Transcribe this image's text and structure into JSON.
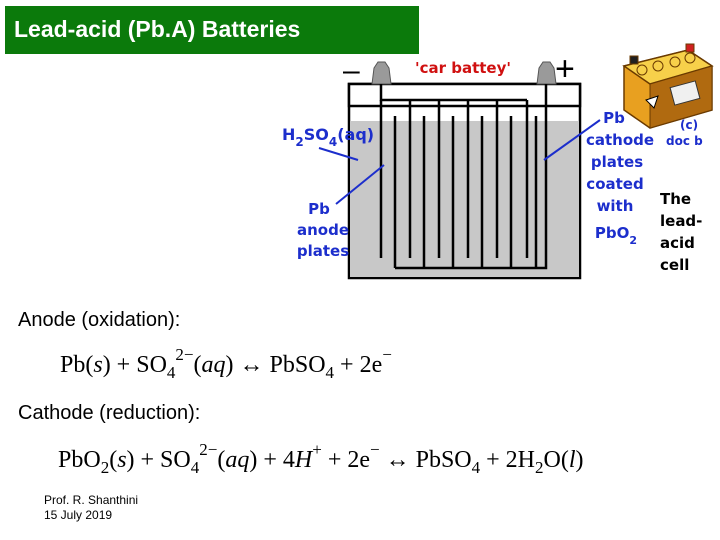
{
  "title": "Lead-acid (Pb.A) Batteries",
  "diagram": {
    "minus_sign": "–",
    "plus_sign": "+",
    "caption": "'car battey'",
    "electrolyte_label": "H2SO4(aq)",
    "anode_label": [
      "Pb",
      "anode",
      "plates"
    ],
    "cathode_label": [
      "Pb",
      "cathode",
      "plates",
      "coated",
      "with",
      "PbO2"
    ],
    "cell_label": [
      "The",
      "lead-",
      "acid",
      "cell"
    ],
    "credit": "(c) doc b",
    "colors": {
      "electrolyte": "#c8c8c8",
      "label_blue": "#1c2ecc",
      "title_bg": "#0b7a0b"
    }
  },
  "anode": {
    "label": "Anode (oxidation):",
    "equation": "Pb(s) + SO42−(aq) ↔ PbSO4 + 2e−"
  },
  "cathode": {
    "label": "Cathode (reduction):",
    "equation": "PbO2(s) + SO42−(aq) + 4H+ + 2e− ↔ PbSO4 + 2H2O(l)"
  },
  "footer": {
    "author": "Prof. R. Shanthini",
    "date": "15 July 2019"
  }
}
